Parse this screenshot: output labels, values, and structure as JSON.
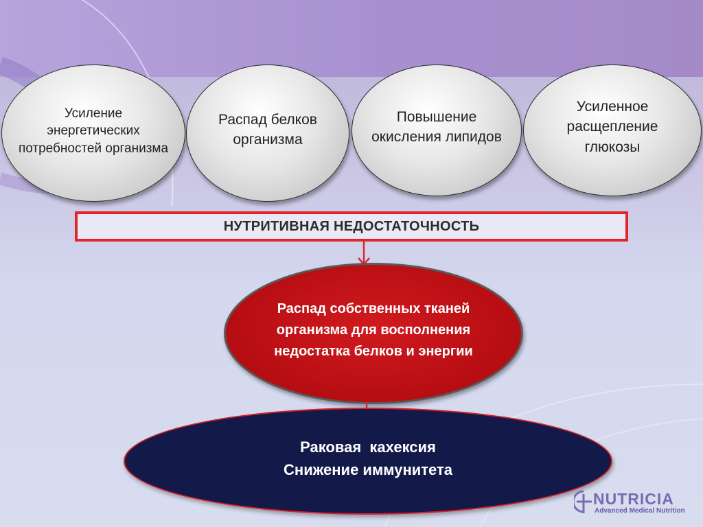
{
  "factors": [
    {
      "label": "Усиление энергетических потребностей организма"
    },
    {
      "label": "Распад белков организма"
    },
    {
      "label": "Повышение окисления липидов"
    },
    {
      "label": "Усиленное расщепление глюкозы"
    }
  ],
  "center_label": "НУТРИТИВНАЯ НЕДОСТАТОЧНОСТЬ",
  "breakdown_label": "Распад собственных тканей организма для восполнения недостатка белков и энергии",
  "outcome": {
    "line1": "Раковая  кахексия",
    "line2": "Снижение иммунитета"
  },
  "logo": {
    "name": "NUTRICIA",
    "tagline": "Advanced Medical Nutrition"
  },
  "colors": {
    "frame_red": "#e0262b",
    "breakdown_red": "#c0121a",
    "outcome_navy": "#131a4a",
    "brand_purple": "#7a6ab2"
  }
}
